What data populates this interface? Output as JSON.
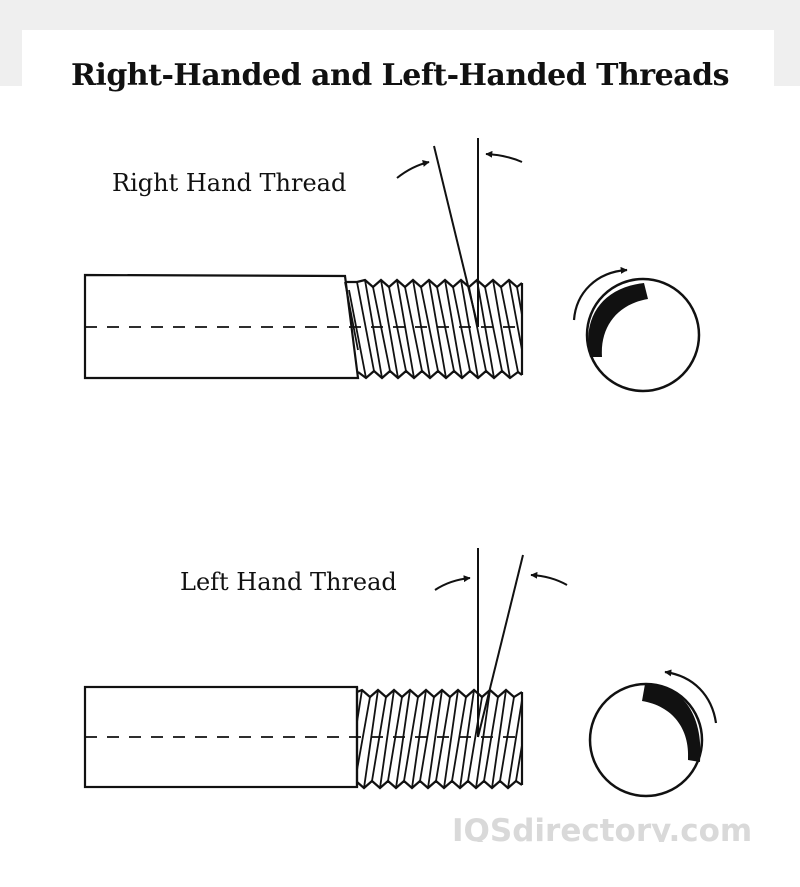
{
  "title": "Right-Handed and Left-Handed Threads",
  "right_thread": {
    "label": "Right Hand Thread",
    "rotation": "clockwise"
  },
  "left_thread": {
    "label": "Left Hand Thread",
    "rotation": "counterclockwise"
  },
  "watermark": "IQSdirectory.com",
  "colors": {
    "line": "#111111",
    "background": "#ffffff",
    "header_band": "#efefef",
    "watermark": "#d9d9d9"
  }
}
